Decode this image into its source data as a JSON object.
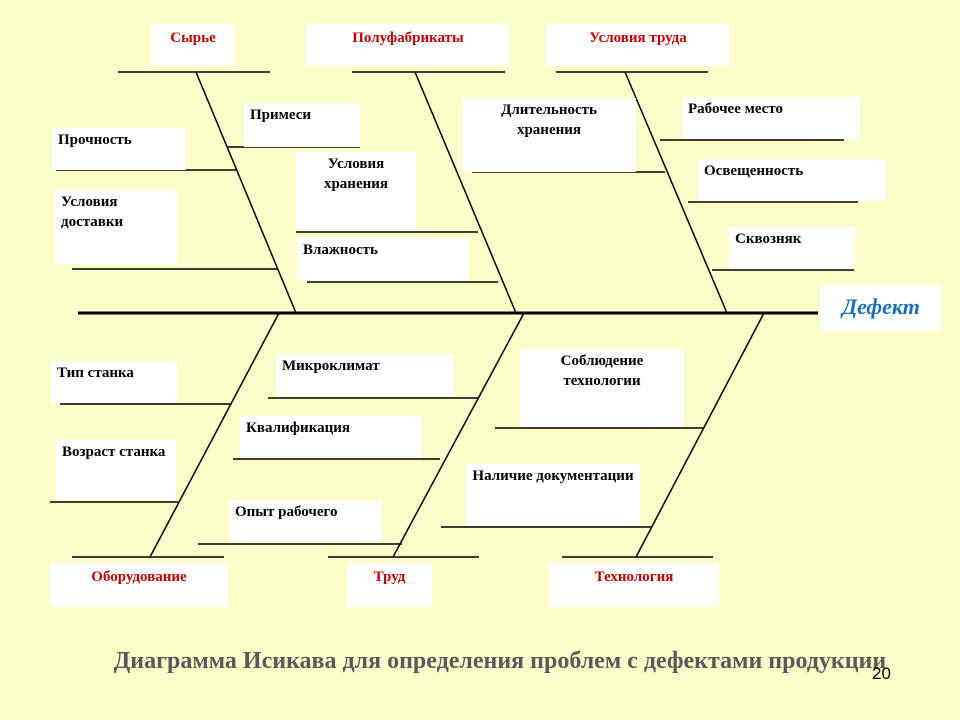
{
  "effect": "Дефект",
  "categories": {
    "raw": "Сырье",
    "semi": "Полуфабрикаты",
    "labor_cond": "Условия труда",
    "equipment": "Оборудование",
    "labor": "Труд",
    "technology": "Технология"
  },
  "causes": {
    "strength": "Прочность",
    "delivery": "Условия доставки",
    "impurities": "Примеси",
    "storage_cond": "Условия хранения",
    "humidity": "Влажность",
    "storage_time": "Длительность хранения",
    "workplace": "Рабочее место",
    "lighting": "Освещенность",
    "draft": "Сквозняк",
    "machine_type": "Тип станка",
    "machine_age": "Возраст станка",
    "microclimate": "Микроклимат",
    "qualification": "Квалификация",
    "experience": "Опыт рабочего",
    "tech_compliance": "Соблюдение технологии",
    "documentation": "Наличие документации"
  },
  "caption": "Диаграмма Исикава для определения проблем с дефектами продукции",
  "page_number": "20"
}
